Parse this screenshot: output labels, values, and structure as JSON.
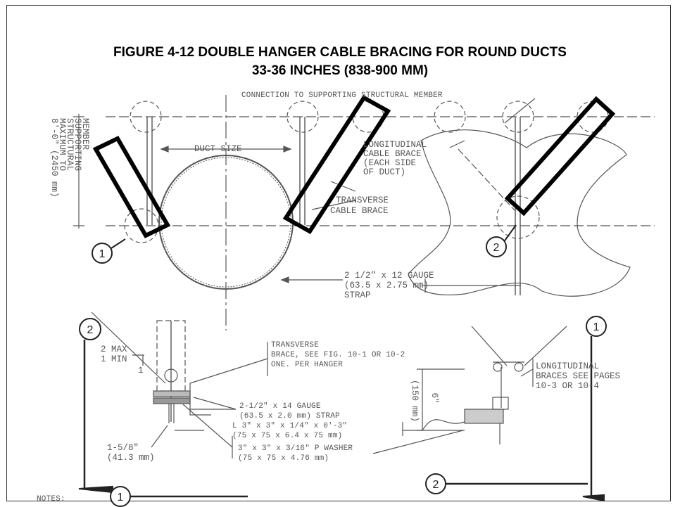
{
  "title": {
    "line1": "FIGURE 4-12 DOUBLE HANGER CABLE BRACING FOR ROUND DUCTS",
    "line2": "33-36 INCHES (838-900 MM)"
  },
  "labels": {
    "connection": "CONNECTION TO SUPPORTING STRUCTURAL MEMBER",
    "duct_size": "DUCT SIZE",
    "max_line1": "8'-0\" (2450 mm)",
    "max_line2": "MAXIMUM TO",
    "max_line3": "STRUCTURAL",
    "max_line4": "SUPPORTING",
    "max_line5": "MEMBER",
    "long_line1": "LONGITUDINAL",
    "long_line2": "CABLE BRACE",
    "long_line3": "(EACH SIDE",
    "long_line4": "OF DUCT)",
    "trans_line1": "TRANSVERSE",
    "trans_line2": "CABLE BRACE",
    "strap_line1": "2 1/2\" x 12 GAUGE",
    "strap_line2": "(63.5 x 2.75 mm)",
    "strap_line3": "STRAP",
    "max_min_1": "2 MAX",
    "max_min_2": "1 MIN",
    "max_min_3": "1",
    "tb_line1": "TRANSVERSE",
    "tb_line2": "BRACE, SEE FIG. 10-1 OR 10-2",
    "tb_line3": "ONE. PER HANGER",
    "s14_line1": "2-1/2\" x 14 GAUGE",
    "s14_line2": "(63.5 x 2.0 mm) STRAP",
    "ang_line1": "L 3\" x 3\" x 1/4\" x 0'-3\"",
    "ang_line2": "(75 x 75 x 6.4 x 75 mm)",
    "wash_line1": "3\" x 3\" x 3/16\" P WASHER",
    "wash_line2": "(75 x 75 x 4.76 mm)",
    "dim_line1": "1-5/8\"",
    "dim_line2": "(41.3 mm)",
    "six_in": "6\"",
    "six_mm": "(150 mm)",
    "lb_line1": "LONGITUDINAL",
    "lb_line2": "BRACES SEE PAGES",
    "lb_line3": "10-3 OR 10-4",
    "notes": "NOTES:"
  },
  "callouts": {
    "c_top_left": "1",
    "c_top_right": "2",
    "c_bot_left_top": "2",
    "c_bot_left_bottom": "1",
    "c_bot_right_top": "1",
    "c_bot_right_bottom": "2"
  }
}
